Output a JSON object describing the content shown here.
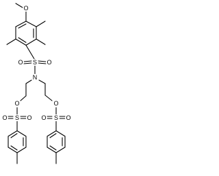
{
  "molecule": {
    "atoms": {
      "methoxy_o": "O",
      "sulfonyl_s_top": "S",
      "sulfonyl_o_top_left": "O",
      "sulfonyl_o_top_right": "O",
      "nitrogen": "N",
      "ester_o_left": "O",
      "ester_o_right": "O",
      "tosyl_s_left": "S",
      "tosyl_o_left_a": "O",
      "tosyl_o_left_b": "O",
      "tosyl_s_right": "S",
      "tosyl_o_right_a": "O",
      "tosyl_o_right_b": "O"
    }
  },
  "colors": {
    "ink": "#000000",
    "background": "#ffffff"
  }
}
